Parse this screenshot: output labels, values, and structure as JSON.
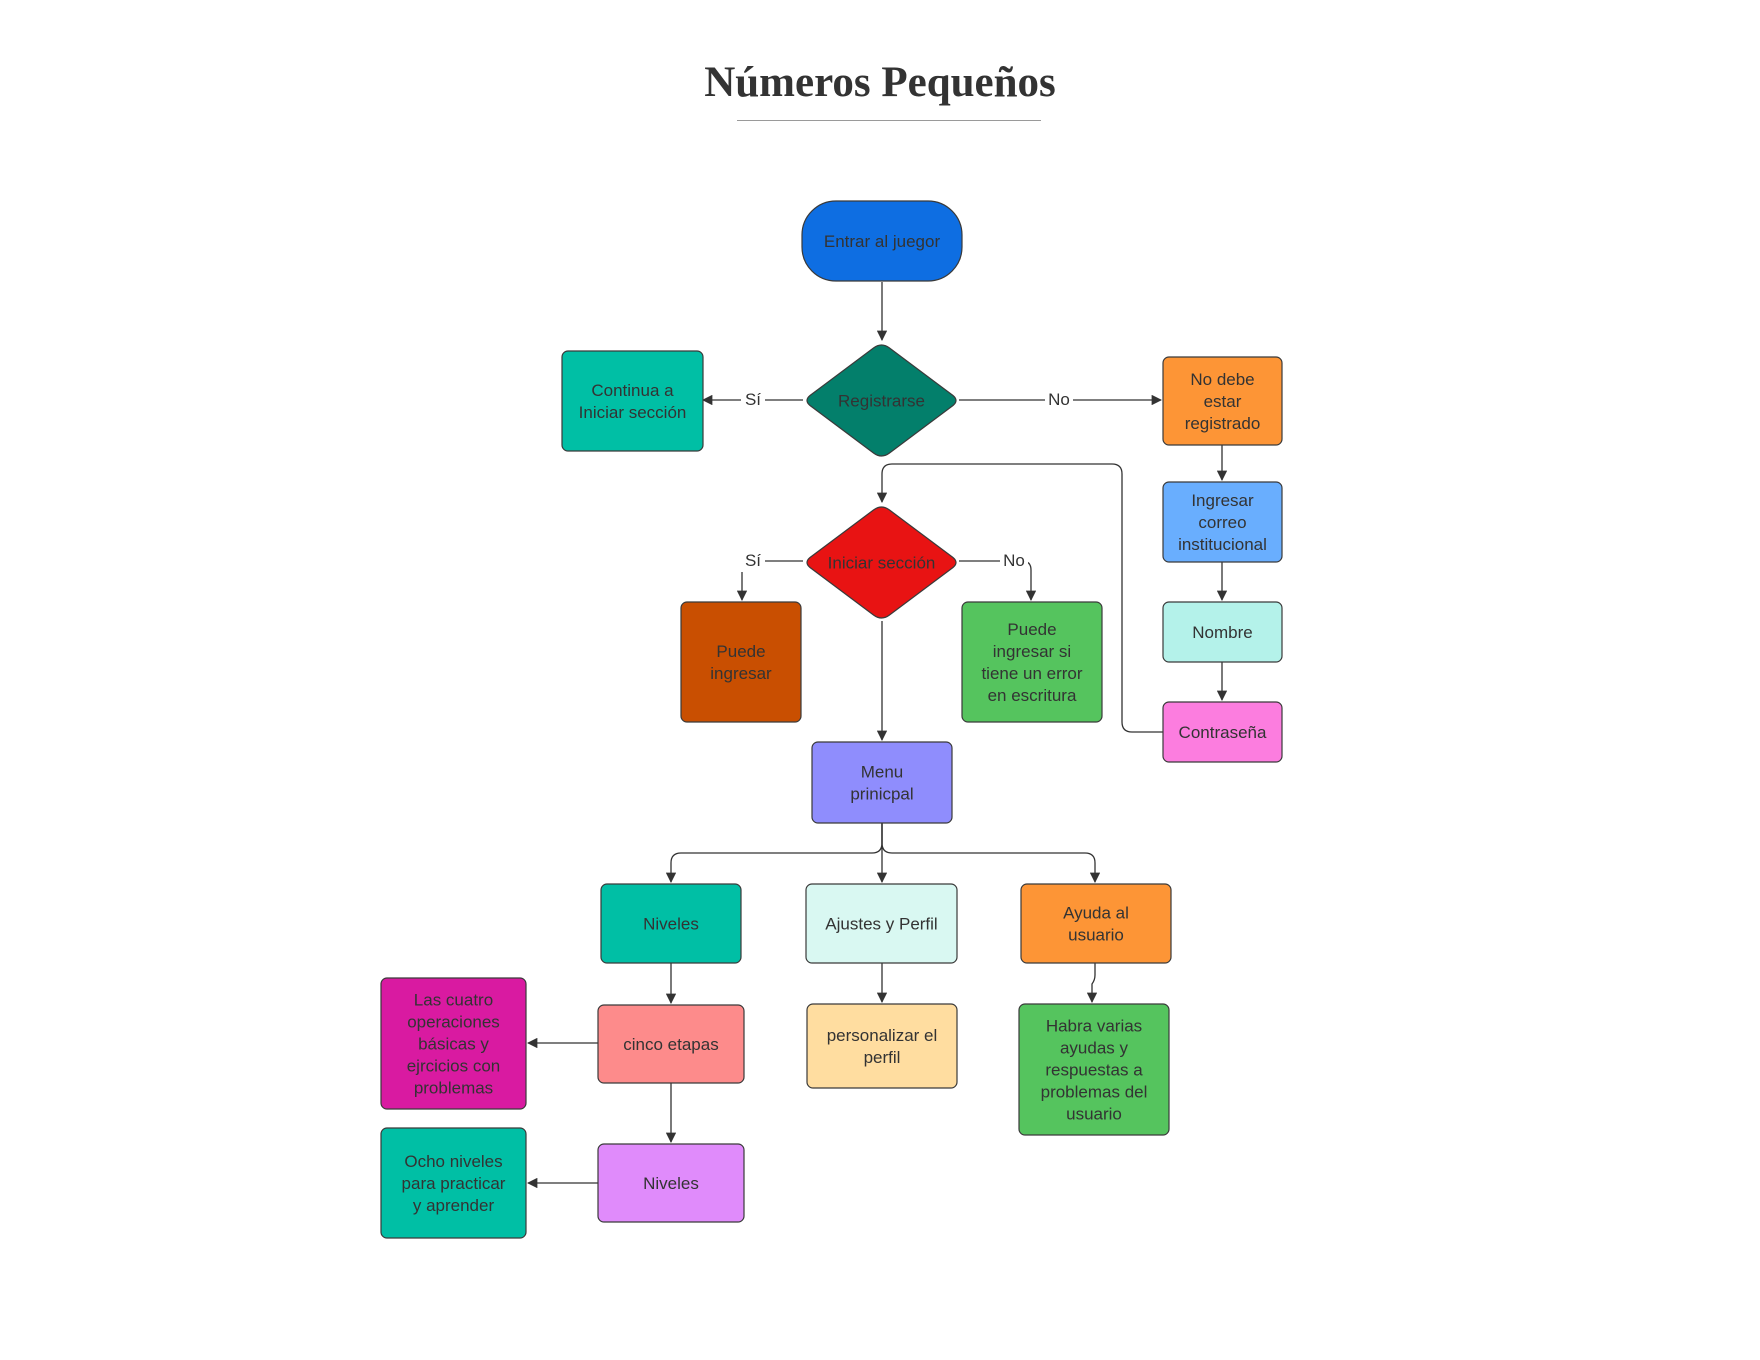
{
  "title": "Números Pequeños",
  "nodes": {
    "start": {
      "lines": [
        "Entrar al juegor"
      ],
      "color": "#0e6ee2"
    },
    "registrarse": {
      "lines": [
        "Registrarse"
      ],
      "color": "#037f6b"
    },
    "continua": {
      "lines": [
        "Continua a",
        "Iniciar sección"
      ],
      "color": "#00bfa5"
    },
    "no_debe": {
      "lines": [
        "No debe",
        "estar",
        "registrado"
      ],
      "color": "#fd9536"
    },
    "ingresar_correo": {
      "lines": [
        "Ingresar",
        "correo",
        "institucional"
      ],
      "color": "#69aefe"
    },
    "nombre": {
      "lines": [
        "Nombre"
      ],
      "color": "#b4f2ea"
    },
    "contrasena": {
      "lines": [
        "Contraseña"
      ],
      "color": "#fc7ddf"
    },
    "iniciar": {
      "lines": [
        "Iniciar sección"
      ],
      "color": "#e81313"
    },
    "puede_ingresar": {
      "lines": [
        "Puede",
        "ingresar"
      ],
      "color": "#c94f01"
    },
    "puede_error": {
      "lines": [
        "Puede",
        "ingresar si",
        "tiene un error",
        "en escritura"
      ],
      "color": "#55c45e"
    },
    "menu": {
      "lines": [
        "Menu",
        "prinicpal"
      ],
      "color": "#8f8dfd"
    },
    "niveles": {
      "lines": [
        "Niveles"
      ],
      "color": "#00bfa5"
    },
    "ajustes": {
      "lines": [
        "Ajustes y Perfil"
      ],
      "color": "#d9f8f2"
    },
    "ayuda": {
      "lines": [
        "Ayuda al",
        "usuario"
      ],
      "color": "#fd9536"
    },
    "cinco": {
      "lines": [
        "cinco etapas"
      ],
      "color": "#fd8b8b"
    },
    "cuatro": {
      "lines": [
        "Las cuatro",
        "operaciones",
        "básicas y",
        "ejrcicios con",
        "problemas"
      ],
      "color": "#d91aa1"
    },
    "personalizar": {
      "lines": [
        "personalizar el",
        "perfil"
      ],
      "color": "#ffdda0"
    },
    "habra": {
      "lines": [
        "Habra varias",
        "ayudas y",
        "respuestas a",
        "problemas del",
        "usuario"
      ],
      "color": "#55c45e"
    },
    "niveles2": {
      "lines": [
        "Niveles"
      ],
      "color": "#e08bfb"
    },
    "ocho": {
      "lines": [
        "Ocho niveles",
        "para practicar",
        "y aprender"
      ],
      "color": "#00bfa5"
    }
  },
  "edge_labels": {
    "reg_si": "Sí",
    "reg_no": "No",
    "ini_si": "Sí",
    "ini_no": "No"
  }
}
